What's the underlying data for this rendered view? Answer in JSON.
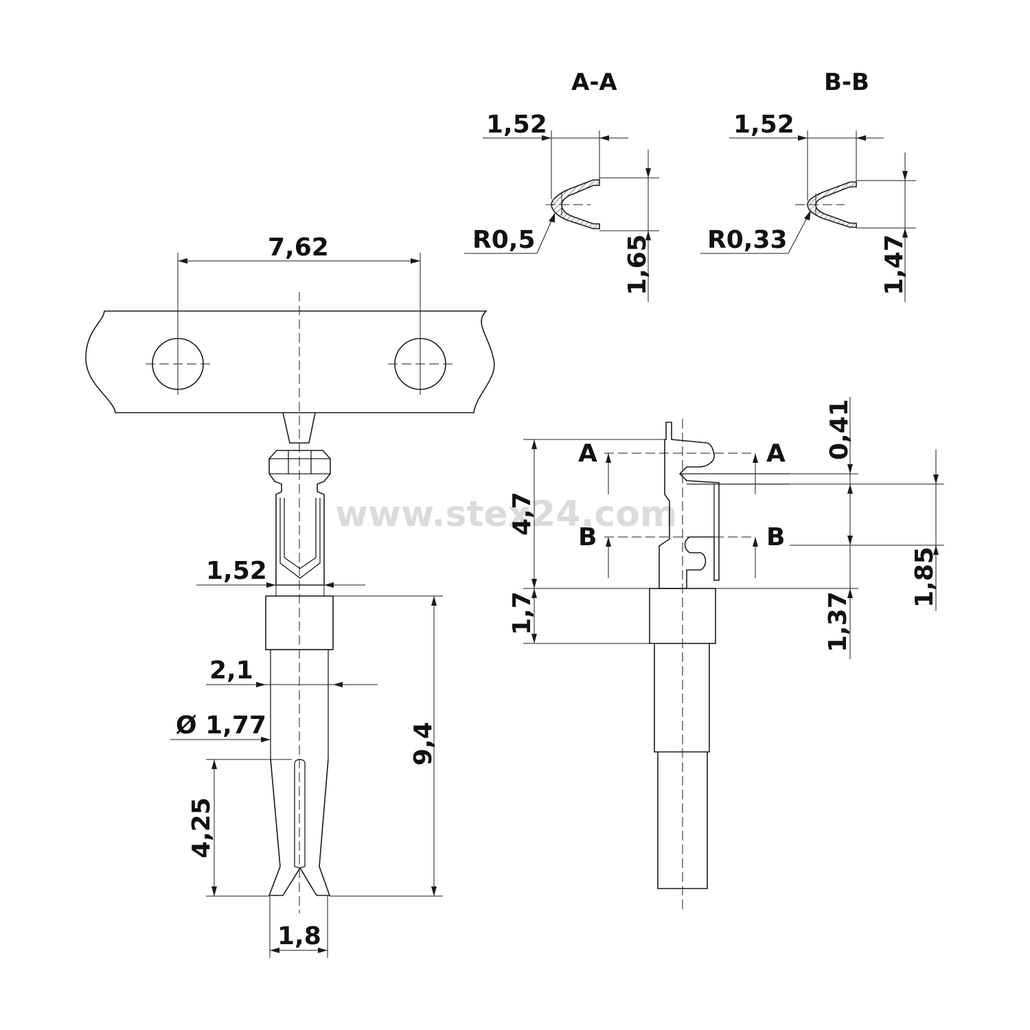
{
  "watermark": "www.stex24.com",
  "sections": {
    "aa": {
      "title": "A-A",
      "width": "1,52",
      "radius": "R0,5",
      "height": "1,65"
    },
    "bb": {
      "title": "B-B",
      "width": "1,52",
      "radius": "R0,33",
      "height": "1,47"
    }
  },
  "front_view": {
    "pitch": "7,62",
    "neck_width": "1,52",
    "body_width": "2,1",
    "pin_diameter": "Ø 1,77",
    "total_length": "9,4",
    "slot_length": "4,25",
    "tip_width": "1,8"
  },
  "side_view": {
    "section_marks": [
      "A",
      "A",
      "B",
      "B"
    ],
    "height_upper": "4,7",
    "height_lower": "1,7",
    "tab": "0,41",
    "spring": "1,85",
    "lower_gap": "1,37"
  }
}
